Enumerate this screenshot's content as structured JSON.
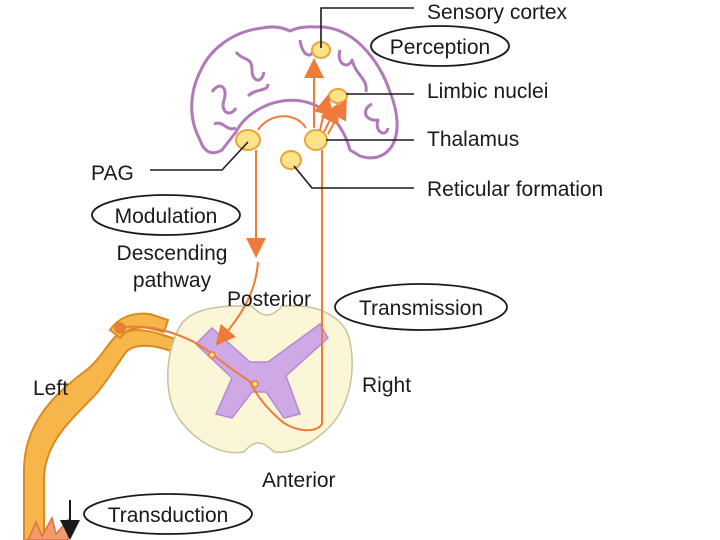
{
  "labels": {
    "sensory_cortex": "Sensory cortex",
    "perception": "Perception",
    "limbic_nuclei": "Limbic nuclei",
    "thalamus": "Thalamus",
    "reticular_formation": "Reticular formation",
    "pag": "PAG",
    "modulation": "Modulation",
    "descending_line1": "Descending",
    "descending_line2": "pathway",
    "posterior": "Posterior",
    "transmission": "Transmission",
    "left": "Left",
    "right": "Right",
    "anterior": "Anterior",
    "transduction": "Transduction"
  },
  "colors": {
    "brain_outline": "#b07ab8",
    "pathway": "#f07a3a",
    "nucleus_fill": "#fbe38a",
    "nucleus_stroke": "#e8a53a",
    "nerve_fill": "#f7b64a",
    "nerve_stroke": "#d98a20",
    "cord_fill": "#fbf6d8",
    "grey_matter": "#cfa8e6",
    "leader_line": "#1a1a1a",
    "starburst": "#f59a6a"
  },
  "icons": {
    "stimulus": "starburst-icon",
    "pointer": "down-arrow-icon"
  }
}
